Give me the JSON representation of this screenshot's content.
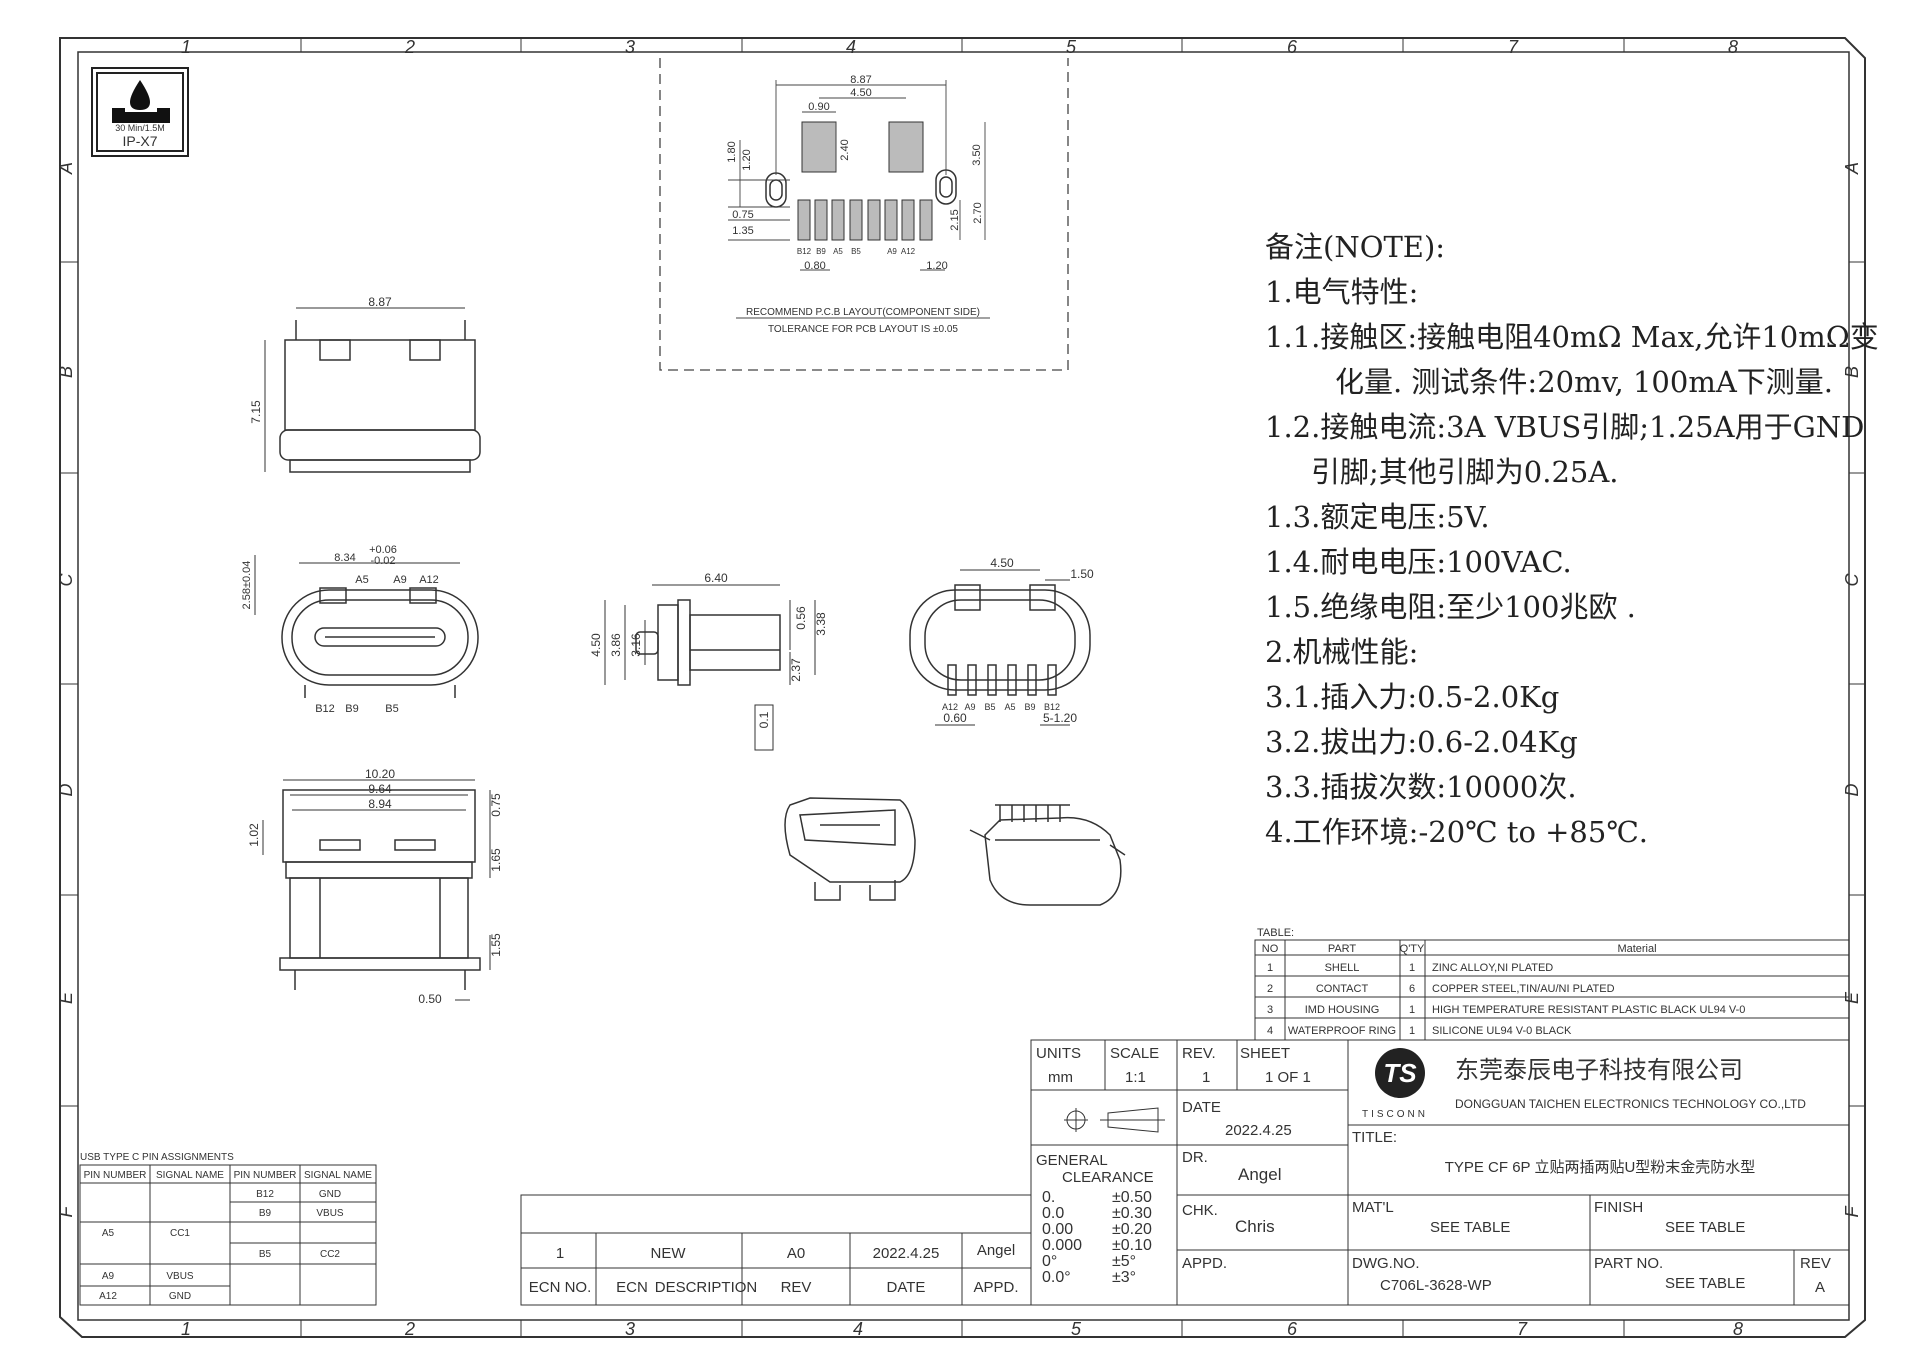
{
  "border": {
    "cols": [
      "1",
      "2",
      "3",
      "4",
      "5",
      "6",
      "7",
      "8"
    ],
    "rows": [
      "A",
      "B",
      "C",
      "D",
      "E",
      "F"
    ]
  },
  "ip_badge": {
    "line1": "30 Min/1.5M",
    "line2": "IP-X7"
  },
  "pcb_layout": {
    "dims": {
      "d887": "8.87",
      "d450": "4.50",
      "d090": "0.90",
      "d240": "2.40",
      "d350": "3.50",
      "d180": "1.80",
      "d120": "1.20",
      "d075": "0.75",
      "d135": "1.35",
      "d215": "2.15",
      "d270": "2.70",
      "d080": "0.80",
      "d120b": "1.20"
    },
    "pins": [
      "B12",
      "B9",
      "A5",
      "B5",
      "A9",
      "A12"
    ],
    "caption1": "RECOMMEND P.C.B LAYOUT(COMPONENT SIDE)",
    "caption2": "TOLERANCE FOR PCB LAYOUT IS ±0.05"
  },
  "side_view": {
    "width": "8.87",
    "height": "7.15"
  },
  "front_view": {
    "width": "8.34",
    "tol_up": "+0.06",
    "tol_dn": "-0.02",
    "height": "2.58±0.04",
    "top_pins": [
      "A5",
      "A9",
      "A12"
    ],
    "bottom_pins": [
      "B12",
      "B9",
      "B5"
    ]
  },
  "profile_view": {
    "len": "6.40",
    "h450": "4.50",
    "h386": "3.86",
    "h316": "3.16",
    "h056": "0.56",
    "h338": "3.38",
    "h237": "2.37",
    "flat": "0.1"
  },
  "rear_view": {
    "w450": "4.50",
    "w150": "1.50",
    "pins": [
      "A12",
      "A9",
      "B5",
      "A5",
      "B9",
      "B12"
    ],
    "pitch": "0.60",
    "span": "5-1.20"
  },
  "bottom_view": {
    "w1020": "10.20",
    "w964": "9.64",
    "w894": "8.94",
    "h075": "0.75",
    "h165": "1.65",
    "h102": "1.02",
    "h155": "1.55",
    "w050": "0.50"
  },
  "notes": {
    "title": "备注(NOTE):",
    "s1": "1.电气特性:",
    "n11a": "1.1.接触区:接触电阻40mΩ Max,允许10mΩ变",
    "n11b": "化量. 测试条件:20mv, 100mA下测量.",
    "n12a": "1.2.接触电流:3A VBUS引脚;1.25A用于GND",
    "n12b": "引脚;其他引脚为0.25A.",
    "n13": "1.3.额定电压:5V.",
    "n14": "1.4.耐电电压:100VAC.",
    "n15": "1.5.绝缘电阻:至少100兆欧 .",
    "s2": "2.机械性能:",
    "n31": "3.1.插入力:0.5-2.0Kg",
    "n32": "3.2.拔出力:0.6-2.04Kg",
    "n33": "3.3.插拔次数:10000次.",
    "n4": "4.工作环境:-20℃ to +85℃."
  },
  "bom": {
    "label": "TABLE:",
    "headers": [
      "NO",
      "PART",
      "Q'TY",
      "Material"
    ],
    "rows": [
      [
        "1",
        "SHELL",
        "1",
        "ZINC ALLOY,NI PLATED"
      ],
      [
        "2",
        "CONTACT",
        "6",
        "COPPER STEEL,TIN/AU/NI PLATED"
      ],
      [
        "3",
        "IMD HOUSING",
        "1",
        "HIGH TEMPERATURE RESISTANT PLASTIC BLACK UL94 V-0"
      ],
      [
        "4",
        "WATERPROOF RING",
        "1",
        "SILICONE UL94 V-0 BLACK"
      ]
    ]
  },
  "pin_table": {
    "title": "USB TYPE C PIN ASSIGNMENTS",
    "headers": [
      "PIN NUMBER",
      "SIGNAL NAME",
      "PIN NUMBER",
      "SIGNAL NAME"
    ],
    "rows": [
      [
        "",
        "",
        "B12",
        "GND"
      ],
      [
        "",
        "",
        "B9",
        "VBUS"
      ],
      [
        "A5",
        "CC1",
        "",
        ""
      ],
      [
        "",
        "",
        "B5",
        "CC2"
      ],
      [
        "A9",
        "VBUS",
        "",
        ""
      ],
      [
        "A12",
        "GND",
        "",
        ""
      ]
    ]
  },
  "ecn": {
    "row": [
      "1",
      "NEW",
      "A0",
      "2022.4.25",
      "Angel"
    ],
    "headers": [
      "ECN NO.",
      "ECN",
      "DESCRIPTION",
      "REV",
      "DATE",
      "APPD."
    ]
  },
  "title_block": {
    "units_label": "UNITS",
    "units": "mm",
    "scale_label": "SCALE",
    "scale": "1:1",
    "rev_label": "REV.",
    "rev": "1",
    "sheet_label": "SHEET",
    "sheet": "1 OF 1",
    "date_label": "DATE",
    "date": "2022.4.25",
    "gc1": "GENERAL",
    "gc2": "CLEARANCE",
    "tol_l": [
      "0.",
      "0.0",
      "0.00",
      "0.000",
      "0°",
      "0.0°"
    ],
    "tol_r": [
      "±0.50",
      "±0.30",
      "±0.20",
      "±0.10",
      "±5°",
      "±3°"
    ],
    "dr_label": "DR.",
    "dr": "Angel",
    "chk_label": "CHK.",
    "chk": "Chris",
    "appd_label": "APPD.",
    "company_cn": "东莞泰辰电子科技有限公司",
    "company_en": "DONGGUAN TAICHEN ELECTRONICS TECHNOLOGY CO.,LTD",
    "logo_text": "TISCONN",
    "title_label": "TITLE:",
    "title": "TYPE CF 6P 立贴两插两贴U型粉末金壳防水型",
    "matl_label": "MAT'L",
    "matl": "SEE TABLE",
    "finish_label": "FINISH",
    "finish": "SEE TABLE",
    "dwg_label": "DWG.NO.",
    "dwg": "C706L-3628-WP",
    "partno_label": "PART NO.",
    "partno": "SEE TABLE",
    "rev2_label": "REV",
    "rev2": "A"
  }
}
